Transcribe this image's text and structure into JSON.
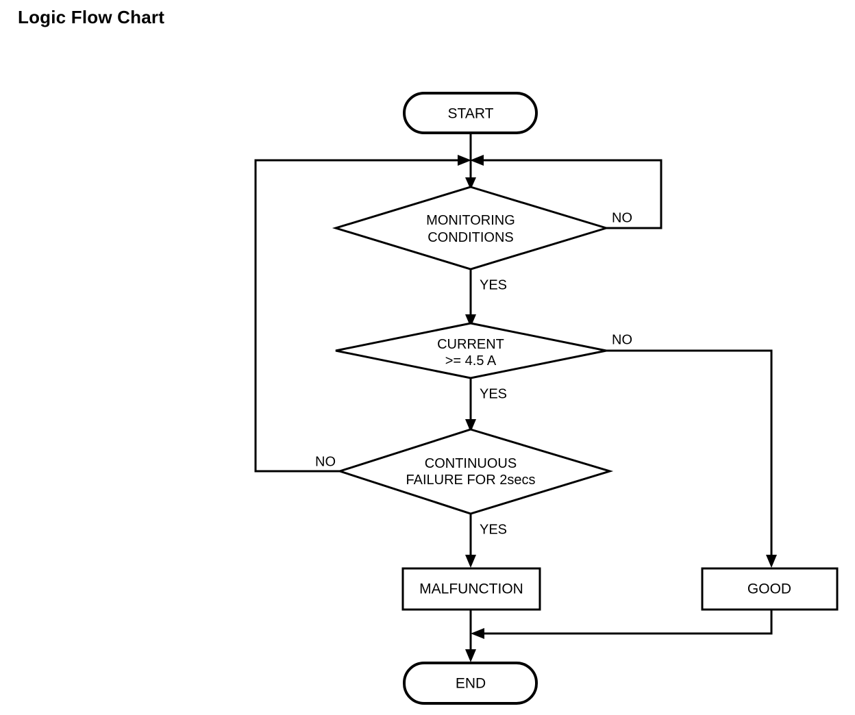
{
  "title": "Logic Flow Chart",
  "chart_data": {
    "type": "diagram",
    "diagram_type": "flowchart",
    "title": "Logic Flow Chart",
    "orientation": "top-to-bottom",
    "nodes": [
      {
        "id": "start",
        "shape": "stadium",
        "label": "START"
      },
      {
        "id": "monitoring",
        "shape": "diamond",
        "label_line1": "MONITORING",
        "label_line2": "CONDITIONS"
      },
      {
        "id": "current",
        "shape": "diamond",
        "label_line1": "CURRENT",
        "label_line2": ">= 4.5 A"
      },
      {
        "id": "continuous",
        "shape": "diamond",
        "label_line1": "CONTINUOUS",
        "label_line2": "FAILURE FOR 2secs"
      },
      {
        "id": "malfunction",
        "shape": "rectangle",
        "label": "MALFUNCTION"
      },
      {
        "id": "good",
        "shape": "rectangle",
        "label": "GOOD"
      },
      {
        "id": "end",
        "shape": "stadium",
        "label": "END"
      }
    ],
    "edges": [
      {
        "from": "start",
        "to": "monitoring",
        "label": ""
      },
      {
        "from": "monitoring",
        "to": "current",
        "label": "YES"
      },
      {
        "from": "monitoring",
        "to": "start_junction",
        "label": "NO"
      },
      {
        "from": "current",
        "to": "continuous",
        "label": "YES"
      },
      {
        "from": "current",
        "to": "good",
        "label": "NO"
      },
      {
        "from": "continuous",
        "to": "malfunction",
        "label": "YES"
      },
      {
        "from": "continuous",
        "to": "start_junction",
        "label": "NO"
      },
      {
        "from": "malfunction",
        "to": "end",
        "label": ""
      },
      {
        "from": "good",
        "to": "end",
        "label": ""
      }
    ]
  },
  "labels": {
    "start": "START",
    "end": "END",
    "malfunction": "MALFUNCTION",
    "good": "GOOD",
    "monitoring_line1": "MONITORING",
    "monitoring_line2": "CONDITIONS",
    "current_line1": "CURRENT",
    "current_line2": ">= 4.5 A",
    "continuous_line1": "CONTINUOUS",
    "continuous_line2": "FAILURE FOR 2secs",
    "monitoring_no": "NO",
    "monitoring_yes": "YES",
    "current_no": "NO",
    "current_yes": "YES",
    "continuous_no": "NO",
    "continuous_yes": "YES"
  },
  "colors": {
    "background": "#ffffff",
    "stroke": "#000000",
    "text": "#000000",
    "node_fill": "#ffffff"
  }
}
